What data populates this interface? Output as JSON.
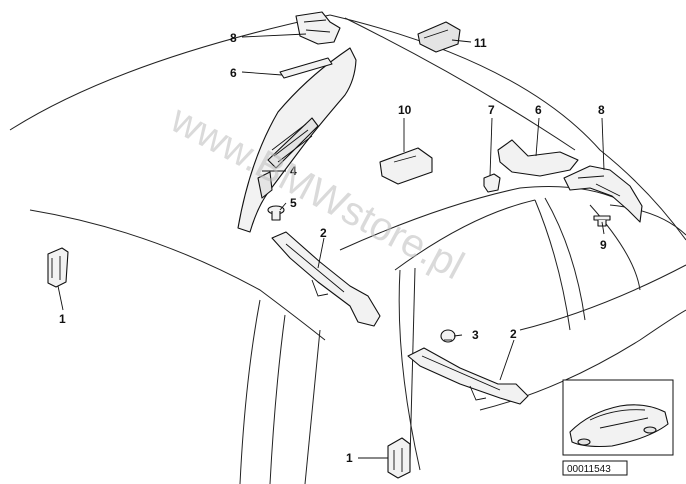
{
  "watermark": "www.BMWstore.pl",
  "callouts": {
    "c1a": "1",
    "c1b": "1",
    "c2a": "2",
    "c2b": "2",
    "c3": "3",
    "c4": "4",
    "c5": "5",
    "c6a": "6",
    "c6b": "6",
    "c7": "7",
    "c8a": "8",
    "c8b": "8",
    "c9": "9",
    "c10": "10",
    "c11": "11"
  },
  "reference_number": "00011543"
}
